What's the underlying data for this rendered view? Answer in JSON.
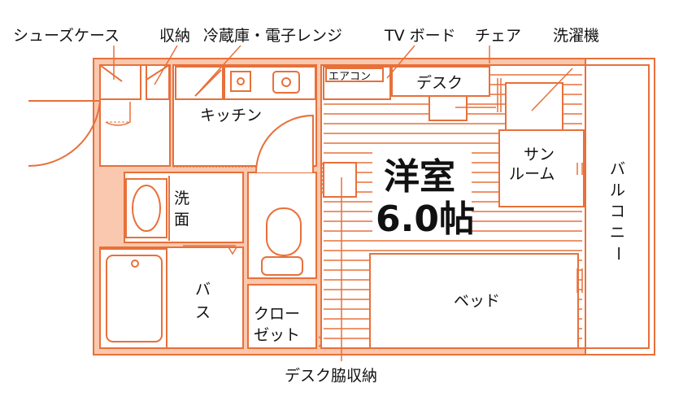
{
  "callouts": {
    "shoe_case": "シューズケース",
    "storage": "収納",
    "fridge_microwave": "冷蔵庫・電子レンジ",
    "tv_board": "TV ボード",
    "chair": "チェア",
    "washer": "洗濯機",
    "desk_side_storage": "デスク脇収納"
  },
  "rooms": {
    "aircon": "エアコン",
    "desk": "デスク",
    "kitchen": "キッチン",
    "western_room": "洋室",
    "room_size": "6.0帖",
    "sunroom_1": "サン",
    "sunroom_2": "ルーム",
    "washroom_1": "洗",
    "washroom_2": "面",
    "bath_1": "バ",
    "bath_2": "ス",
    "closet_1": "クロー",
    "closet_2": "ゼット",
    "bed": "ベッド",
    "balcony": [
      "バ",
      "ル",
      "コ",
      "ニ",
      "ー"
    ]
  },
  "colors": {
    "line": "#e8703a",
    "fill": "#f9c8ae",
    "text": "#111111"
  }
}
